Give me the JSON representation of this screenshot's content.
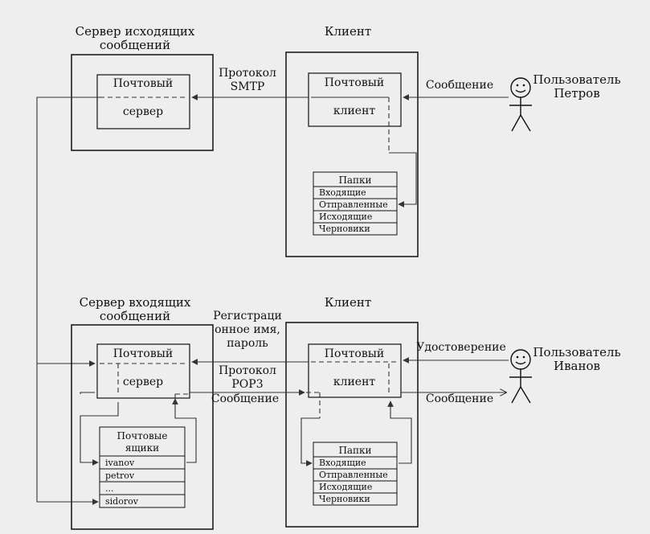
{
  "top": {
    "server_title": [
      "Сервер исходящих",
      "сообщений"
    ],
    "server_box_top": "Почтовый",
    "server_box_bottom": "сервер",
    "client_title": "Клиент",
    "client_box_top": "Почтовый",
    "client_box_bottom": "клиент",
    "protocol": [
      "Протокол",
      "SMTP"
    ],
    "message": "Сообщение",
    "user": [
      "Пользователь",
      "Петров"
    ],
    "folders_title": "Папки",
    "folders": [
      "Входящие",
      "Отправленные",
      "Исходящие",
      "Черновики"
    ]
  },
  "bottom": {
    "server_title": [
      "Сервер входящих",
      "сообщений"
    ],
    "server_box_top": "Почтовый",
    "server_box_bottom": "сервер",
    "client_title": "Клиент",
    "client_box_top": "Почтовый",
    "client_box_bottom": "клиент",
    "registration": [
      "Регистраци",
      "онное имя,",
      "пароль"
    ],
    "protocol": [
      "Протокол",
      "POP3"
    ],
    "message_between": "Сообщение",
    "certificate": "Удостоверение",
    "message_out": "Сообщение",
    "user": [
      "Пользователь",
      "Иванов"
    ],
    "mailboxes_title": [
      "Почтовые",
      "ящики"
    ],
    "mailboxes": [
      "ivanov",
      "petrov",
      "...",
      "sidorov"
    ],
    "folders_title": "Папки",
    "folders": [
      "Входящие",
      "Отправленные",
      "Исходящие",
      "Черновики"
    ]
  }
}
